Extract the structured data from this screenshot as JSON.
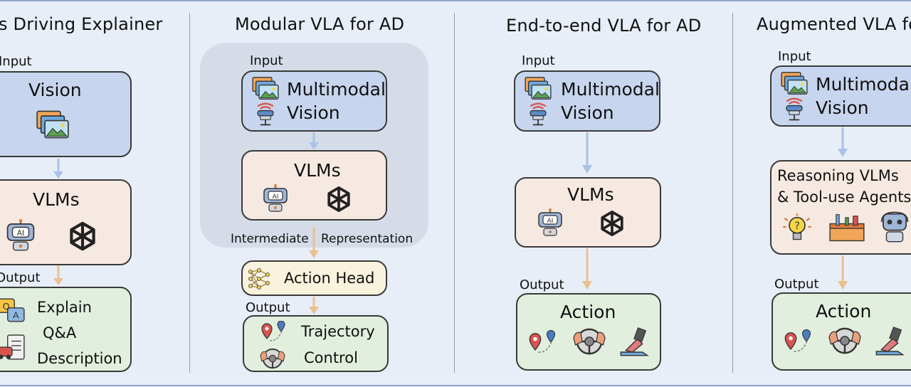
{
  "frame": {
    "line_color": "#8fa5c8",
    "background": "#e8eef7"
  },
  "panels": {
    "explainer": {
      "title": "s Driving Explainer",
      "input_label": "Input",
      "vision_label": "Vision",
      "vlms_label": "VLMs",
      "output_label": "Output",
      "outputs": [
        "Explain",
        "Q&A",
        "Description"
      ],
      "icons": [
        "images-icon",
        "robot-ai-icon",
        "openai-logo-icon",
        "qa-chat-icon",
        "car-report-icon"
      ]
    },
    "modular": {
      "title": "Modular VLA for AD",
      "input_label": "Input",
      "vision_lines": [
        "Multimodal",
        "Vision"
      ],
      "vlms_label": "VLMs",
      "intermediate_label": "Intermediate",
      "representation_label": "Representation",
      "action_head_label": "Action Head",
      "output_label": "Output",
      "outputs": [
        "Trajectory",
        "Control"
      ]
    },
    "end_to_end": {
      "title": "End-to-end VLA for AD",
      "input_label": "Input",
      "vision_lines": [
        "Multimodal",
        "Vision"
      ],
      "vlms_label": "VLMs",
      "output_label": "Output",
      "action_label": "Action"
    },
    "augmented": {
      "title": "Augmented VLA fo",
      "input_label": "Input",
      "vision_lines": [
        "Multimodal",
        "Vision"
      ],
      "reasoning_lines": [
        "Reasoning VLMs",
        "& Tool-use Agents"
      ],
      "output_label": "Output",
      "action_label": "Action"
    }
  },
  "colors": {
    "vision_box": "#c7d6ee",
    "vlm_box": "#f6e9e2",
    "output_box": "#e2efde",
    "action_head_box": "#f9f2dd",
    "modular_group_bg": "#d5dce8",
    "arrow_blue": "#a9c2e6",
    "arrow_orange": "#e8c190"
  }
}
